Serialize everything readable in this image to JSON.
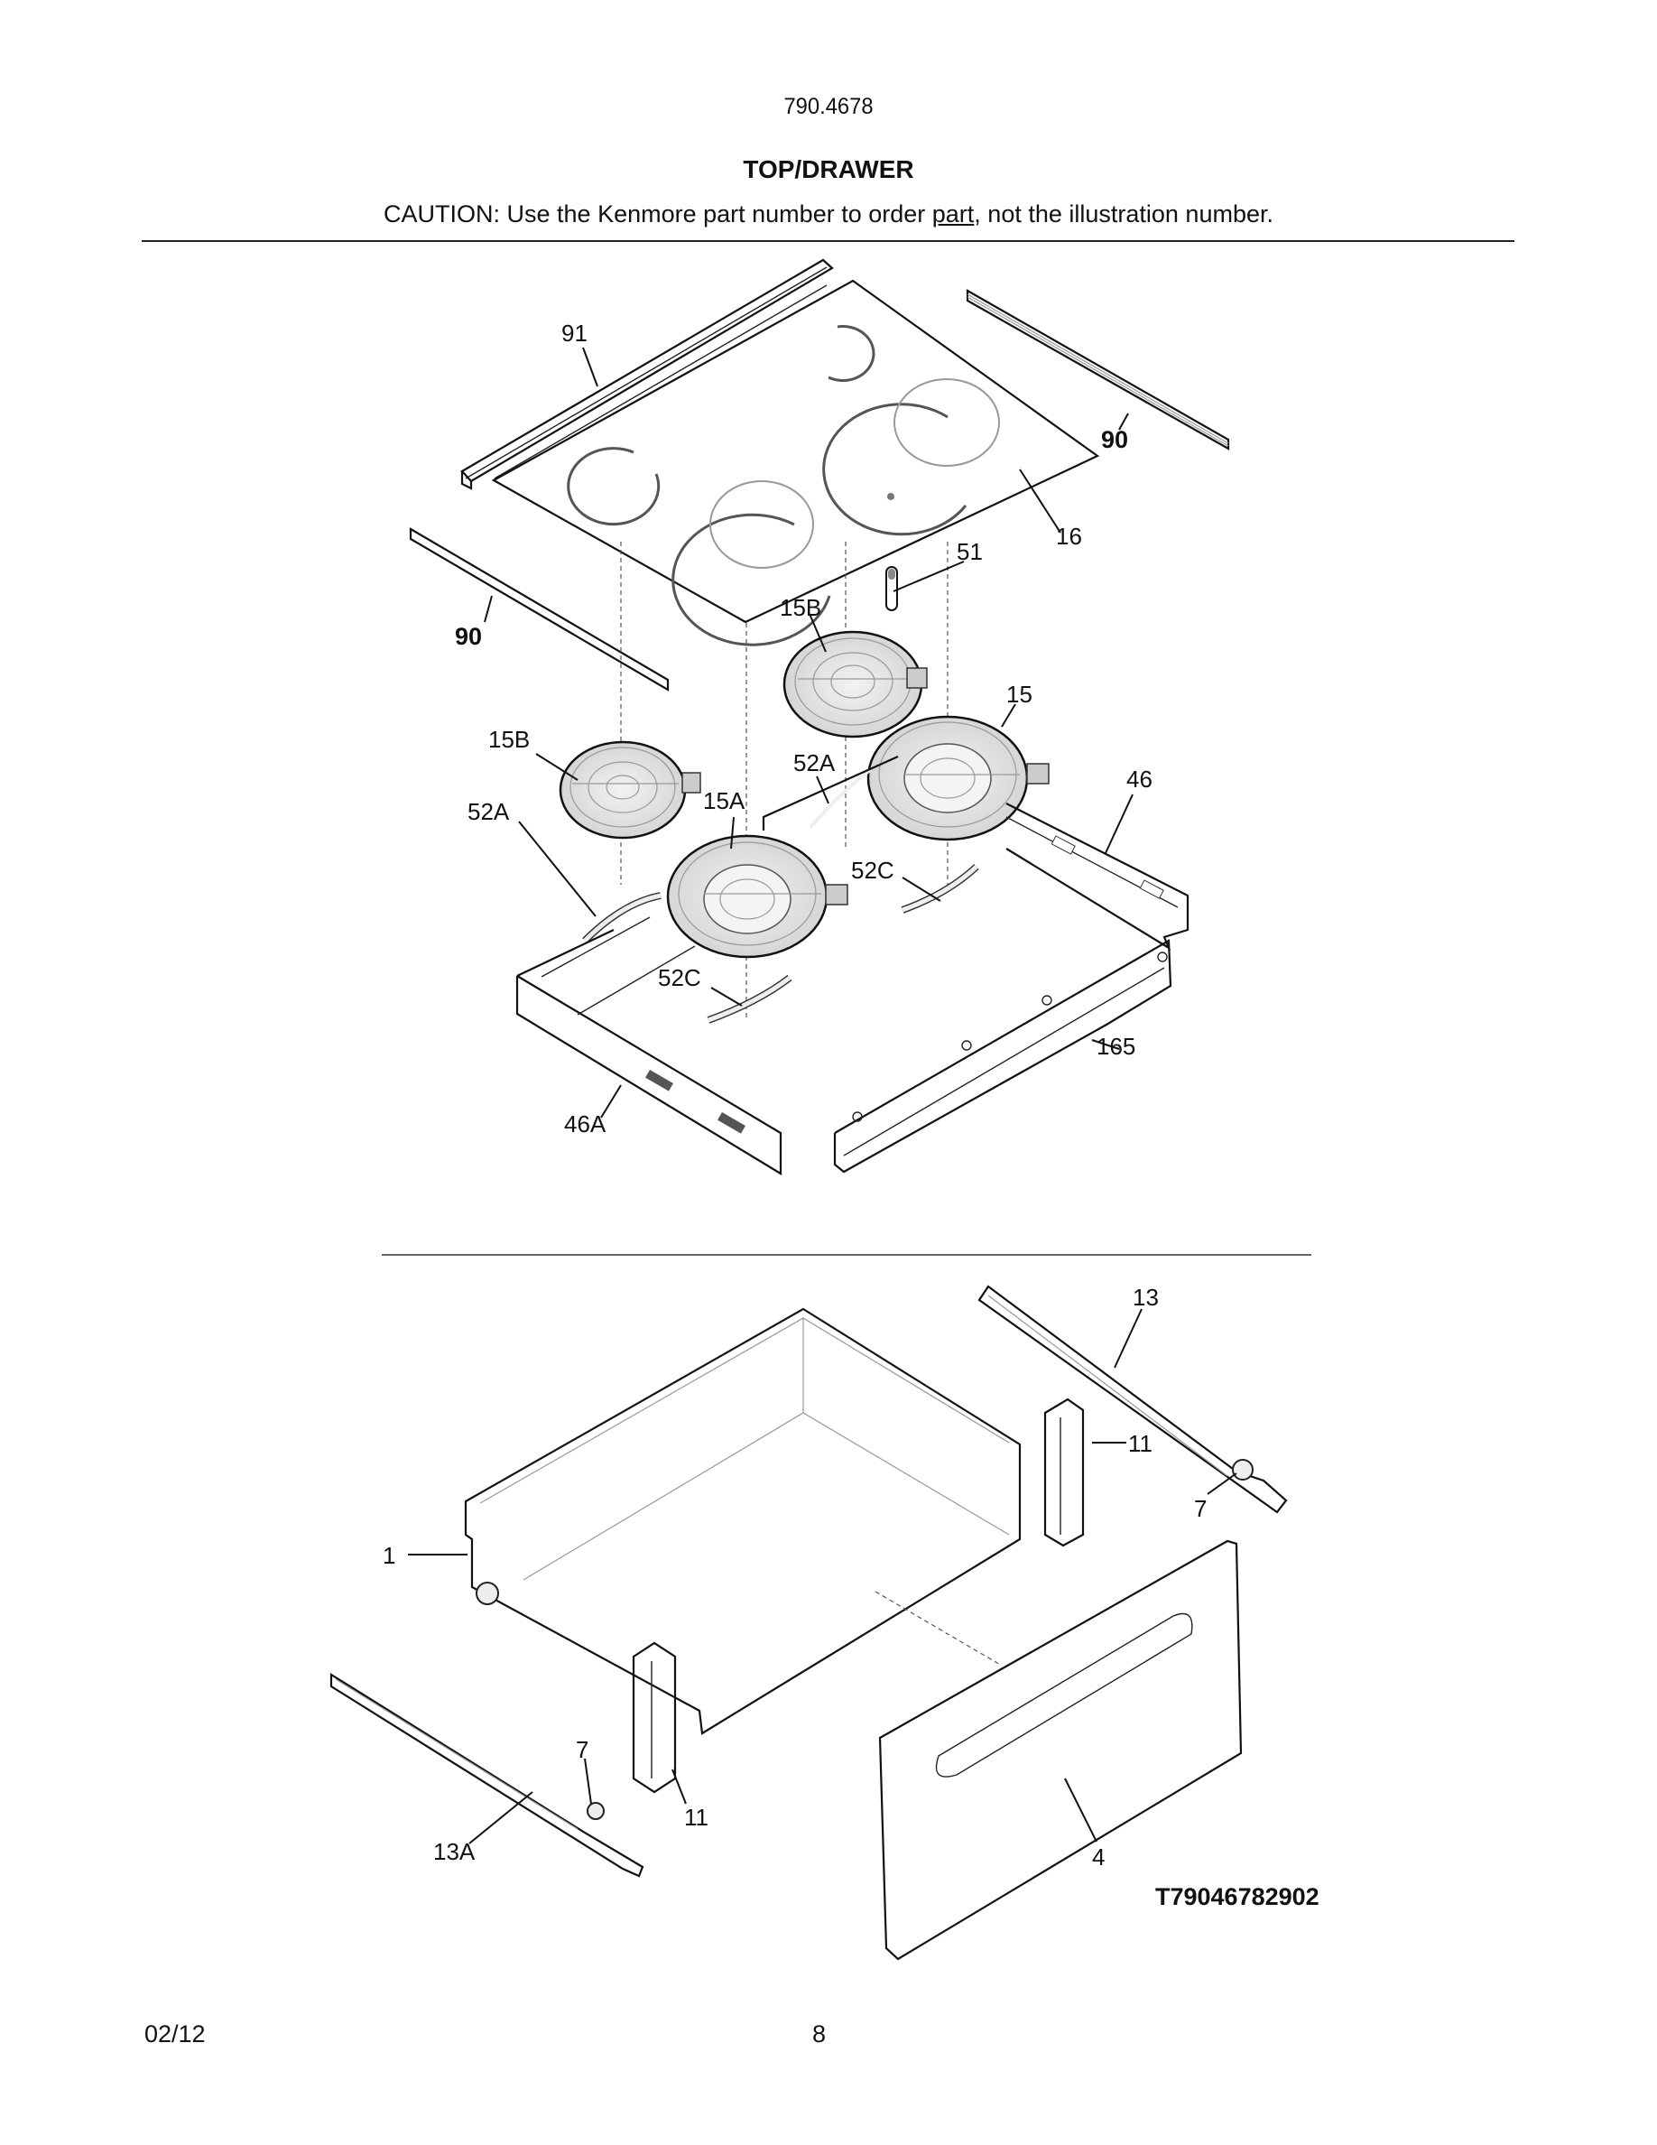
{
  "header": {
    "model_number": "790.4678",
    "section_title": "TOP/DRAWER",
    "caution_prefix": "CAUTION: Use the Kenmore part number to order ",
    "caution_underlined": "part",
    "caution_suffix": ", not the illustration number."
  },
  "top_diagram": {
    "callouts": [
      {
        "id": "91",
        "label": "91"
      },
      {
        "id": "90-right",
        "label": "90"
      },
      {
        "id": "16",
        "label": "16"
      },
      {
        "id": "51",
        "label": "51"
      },
      {
        "id": "90-left",
        "label": "90"
      },
      {
        "id": "15B-top",
        "label": "15B"
      },
      {
        "id": "15",
        "label": "15"
      },
      {
        "id": "15B-left",
        "label": "15B"
      },
      {
        "id": "52A-mid",
        "label": "52A"
      },
      {
        "id": "46",
        "label": "46"
      },
      {
        "id": "52A-left",
        "label": "52A"
      },
      {
        "id": "15A",
        "label": "15A"
      },
      {
        "id": "52C-right",
        "label": "52C"
      },
      {
        "id": "52C-left",
        "label": "52C"
      },
      {
        "id": "165",
        "label": "165"
      },
      {
        "id": "46A",
        "label": "46A"
      }
    ]
  },
  "drawer_diagram": {
    "callouts": [
      {
        "id": "13",
        "label": "13"
      },
      {
        "id": "11-upper",
        "label": "11"
      },
      {
        "id": "7-right",
        "label": "7"
      },
      {
        "id": "1",
        "label": "1"
      },
      {
        "id": "7-left",
        "label": "7"
      },
      {
        "id": "11-lower",
        "label": "11"
      },
      {
        "id": "13A",
        "label": "13A"
      },
      {
        "id": "4",
        "label": "4"
      }
    ],
    "reference_code": "T79046782902"
  },
  "footer": {
    "date": "02/12",
    "page_number": "8"
  }
}
